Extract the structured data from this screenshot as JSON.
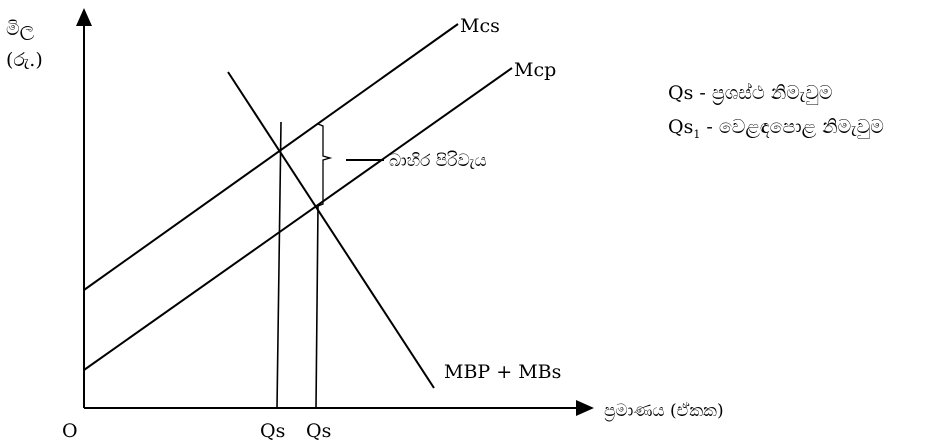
{
  "y_axis_label_line1": "මිල",
  "y_axis_label_line2": "(රු.)",
  "x_axis_label": "ප්‍රමාණය (ඒකක)",
  "origin_label": "O",
  "curves": {
    "mcs": "Mcs",
    "mcp": "Mcp",
    "demand": "MBP + MBs"
  },
  "external_cost_label": "බාහිර පිරිවැය",
  "quantity_ticks": [
    "Qs",
    "Qs"
  ],
  "legend": [
    {
      "symbol": "Qs",
      "subscript": "",
      "text": " - ප්‍රශස්ථ නිමැවුම"
    },
    {
      "symbol": "Qs",
      "subscript": "1",
      "text": " - වෙළඳපොළ නිමැවුම"
    }
  ]
}
